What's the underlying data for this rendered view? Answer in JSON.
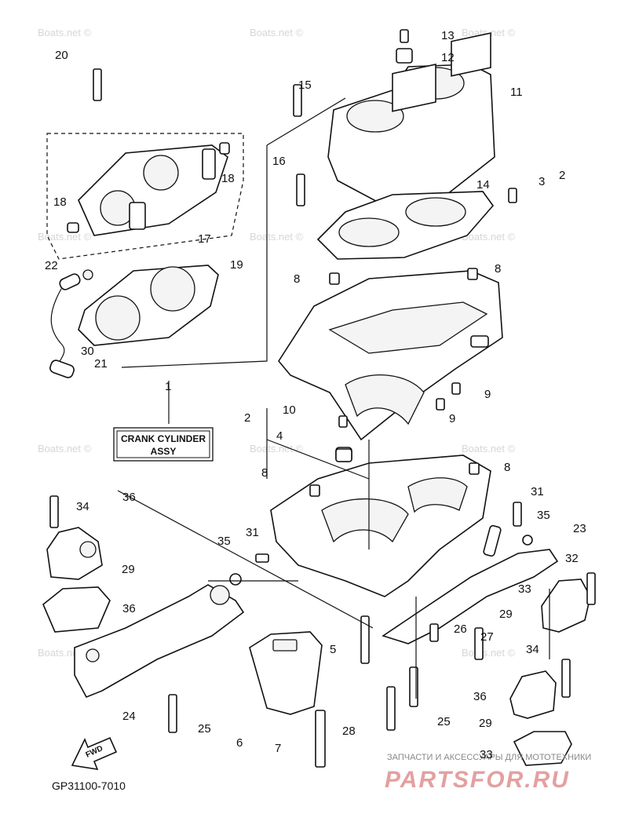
{
  "diagram": {
    "code": "GP31100-7010",
    "assy_label_line1": "CRANK CYLINDER",
    "assy_label_line2": "ASSY",
    "fwd_label": "FWD",
    "watermark": "Boats.net ©",
    "brand_caption": "ЗАПЧАСТИ И АКСЕССУАРЫ ДЛЯ МОТОТЕХНИКИ",
    "brand_name": "PARTSFOR.RU",
    "callouts": [
      "20",
      "13",
      "12",
      "15",
      "11",
      "18",
      "16",
      "14",
      "3",
      "2",
      "18",
      "17",
      "22",
      "19",
      "8",
      "8",
      "30",
      "21",
      "1",
      "10",
      "9",
      "9",
      "2",
      "4",
      "8",
      "8",
      "34",
      "36",
      "31",
      "31",
      "35",
      "35",
      "23",
      "32",
      "29",
      "33",
      "36",
      "29",
      "26",
      "27",
      "5",
      "34",
      "24",
      "36",
      "25",
      "29",
      "28",
      "25",
      "6",
      "7",
      "33"
    ]
  }
}
